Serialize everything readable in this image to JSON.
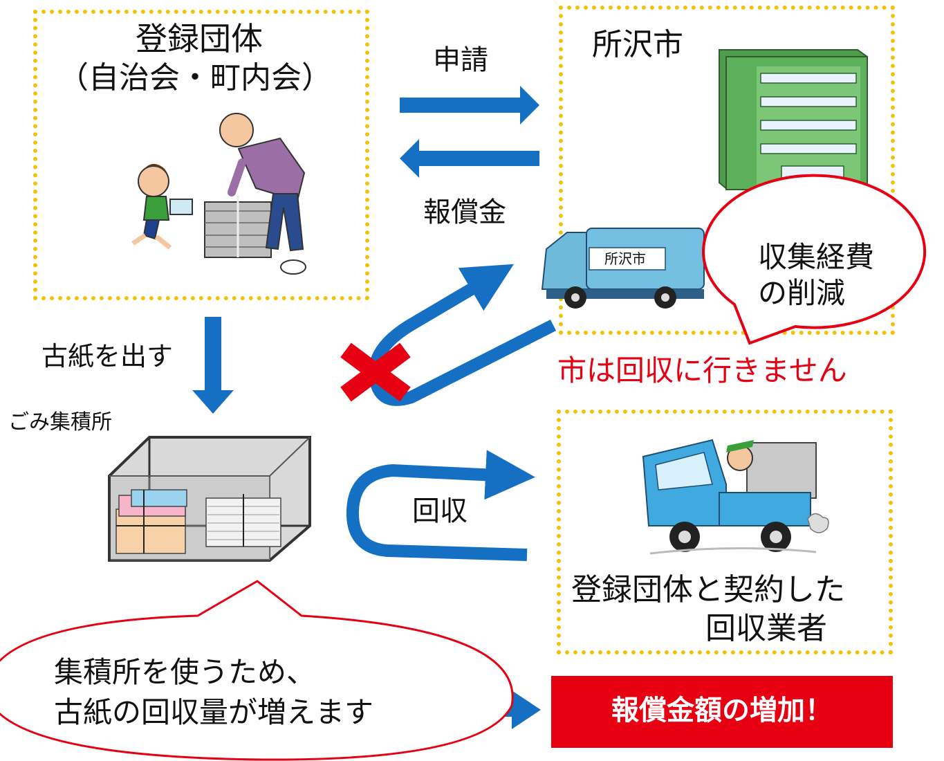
{
  "group_box": {
    "title": "登録団体",
    "subtitle": "（自治会・町内会）"
  },
  "city_box": {
    "title": "所沢市",
    "truck_label": "所沢市"
  },
  "arrows": {
    "apply_label": "申請",
    "reward_label": "報償金",
    "putout_label": "古紙を出す",
    "collect_label": "回収"
  },
  "collection_point": {
    "label": "ごみ集積所"
  },
  "callouts": {
    "cost": {
      "line1": "収集経費",
      "line2": "の削減"
    },
    "amount": {
      "line1": "集積所を使うため、",
      "line2": "古紙の回収量が増えます"
    }
  },
  "notice": "市は回収に行きません",
  "contractor_box": {
    "line1": "登録団体と契約した",
    "line2": "回収業者"
  },
  "result_banner": "報償金額の増加！",
  "colors": {
    "arrow_blue": "#1570c4",
    "dotted_border": "#f2c20a",
    "alert_red": "#e60012",
    "building_green": "#5db15a",
    "truck_blue": "#3fa9e0"
  }
}
